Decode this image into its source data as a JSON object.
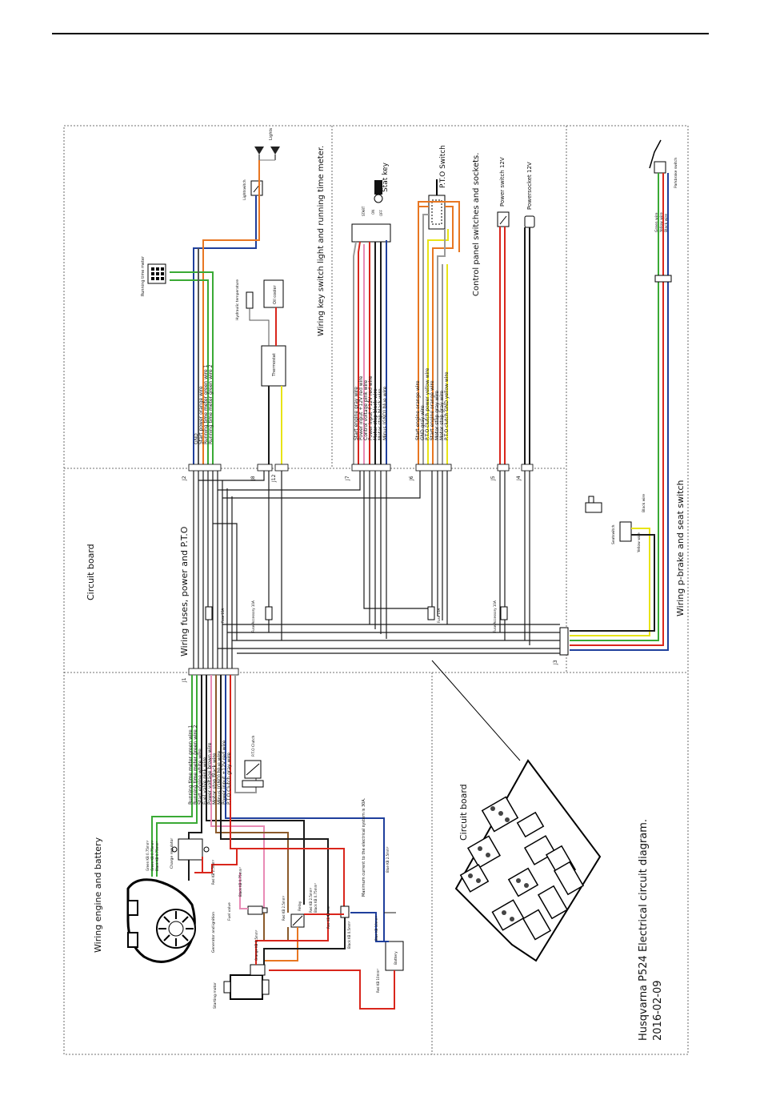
{
  "title": "Husqvarna P524 Electrical circuit diagram.",
  "date": "2016-02-09",
  "sections": {
    "engine": "Wiring engine and battery",
    "board_top": "Circuit board",
    "fuses": "Wiring fuses, power and P.T.O",
    "light": "Wiring key switch light and running time meter.",
    "panel": "Control panel switches and sockets.",
    "seat": "Wiring p-brake and seat switch",
    "board_bottom": "Circuit board"
  },
  "components": {
    "running_time_meter": "Running time meter",
    "lights": "Lights",
    "lightswitch": "Lightswitch",
    "oil_cooler": "Oil cooler",
    "hydraulic_temp": "Hydraulic temperature",
    "thermostat": "Thermostat",
    "stat_key": "Stat key",
    "pto_switch": "P.T.O Switch",
    "power_switch": "Power switch 12V",
    "power_socket": "Powersocket 12V",
    "parkbrake_switch": "Parkbrake switch",
    "seat_switch": "Seatswitch",
    "pto_clutch": "P.T.O Clutch",
    "charge_regulator": "Charge regulator",
    "generator": "Generator and ignition",
    "fuel_valve": "Fuel valve",
    "relay": "Relay",
    "starting_motor": "Starting motor",
    "battery": "Battery",
    "max_current": "Maximum current to the electrical system is 30A."
  },
  "key_positions": [
    "START",
    "ON",
    "OFF"
  ],
  "connectors": {
    "j1": "J1",
    "j2": "J2",
    "j3": "J3",
    "j4": "J4",
    "j5": "J5",
    "j6": "J6",
    "j7": "J7",
    "j8": "J8",
    "j12": "J12"
  },
  "fuses": [
    "Fuse 15A",
    "Fuse Accessory 10A",
    "Fuse 15A",
    "Fuse Accessory 10A"
  ],
  "wire_labels": {
    "j2": [
      "GND",
      "Start power orange wire",
      "Running time meter green wire 1",
      "Running time meter green wire 2"
    ],
    "j7": [
      "Start engine gray wire",
      "Power input +12V red wire",
      "Control voltage pink wire",
      "Power input +12V red wire",
      "Motor stop black wire",
      "Motor stop black wire",
      "Minus (GND) blue wire"
    ],
    "j6": [
      "Start engine orange wire",
      "GND gray wire",
      "P.T.O clutch power yellow wire",
      "Start engine orange wire",
      "Motor stop gray wire",
      "Motor stop gray wire",
      "P.T.O clutch GND yellow wire"
    ],
    "j1": [
      "Running time meter green wire 1",
      "Running time meter green wire 2",
      "Start engine white wire",
      "Fuel valve pink wire",
      "Power voltage brown wire",
      "Motor stop black wire",
      "Minus (GND) blue wire",
      "Power input +12V red wire",
      "P.T.O Clutch gray wire"
    ],
    "seat": [
      "Green wire",
      "Yellow wire",
      "Black wire"
    ],
    "seatswitch": [
      "Yellow wire",
      "Black wire"
    ],
    "engine": [
      "Green KB 0.75mm²",
      "Green KB 0.75mm²",
      "Black KB 0.75mm²",
      "Red KB 2.5mm²",
      "Black KB 0.75mm²",
      "Red KB 2.5mm²",
      "Red KB 2.5mm²",
      "Black KB 0.75mm²",
      "Orange KB 0.5mm²",
      "Blue KB 2.5mm²",
      "Red KB 10mm²",
      "Blue KB 10mm²",
      "Red KB 10mm²",
      "Black KB 0.5mm²"
    ]
  },
  "colors": {
    "green": "#3aaa35",
    "orange": "#e87722",
    "red": "#d9261c",
    "blue": "#1f3f9c",
    "yellow": "#e8e417",
    "black": "#1a1a1a",
    "gray": "#9a9a9a",
    "pink": "#e88bb5",
    "brown": "#8b5a2b",
    "purple": "#7b3f98"
  }
}
